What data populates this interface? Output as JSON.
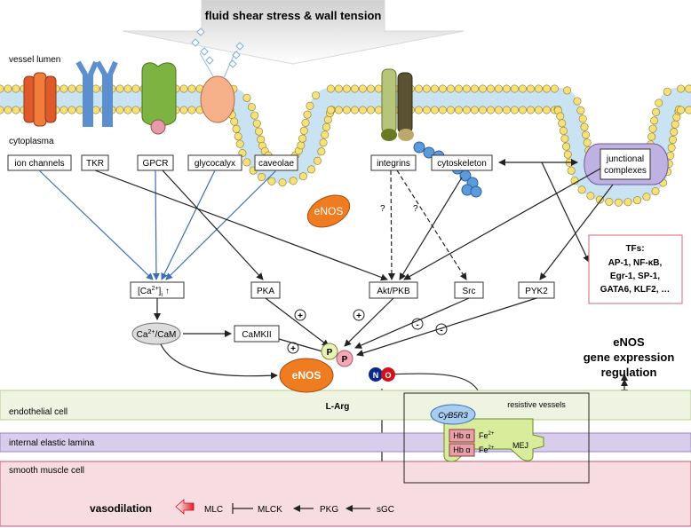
{
  "title": "fluid shear stress & wall tension",
  "regions": {
    "lumen": "vessel lumen",
    "cytoplasm": "cytoplasma",
    "endothelial": "endothelial cell",
    "lamina": "internal elastic lamina",
    "smooth_muscle": "smooth muscle cell"
  },
  "sensors": {
    "ion_channels": "ion channels",
    "tkr": "TKR",
    "gpcr": "GPCR",
    "glycocalyx": "glycocalyx",
    "caveolae": "caveolae",
    "integrins": "integrins",
    "cytoskeleton": "cytoskeleton",
    "junctional": [
      "junctional",
      "complexes"
    ]
  },
  "enos_caveolae": "eNOS",
  "qmarks": [
    "?",
    "?"
  ],
  "mediators": {
    "calcium_base": "[Ca",
    "calcium_sup": "2+",
    "calcium_close": "]",
    "calcium_sub": "i",
    "calcium_arrow": "↑",
    "pka": "PKA",
    "akt": "Akt/PKB",
    "src": "Src",
    "pyk2": "PYK2",
    "cam_base": "Ca",
    "cam_sup": "2+",
    "cam_rest": "/CaM",
    "camkii": "CaMKII"
  },
  "signs": {
    "camkii": "+",
    "pka": "+",
    "akt": "+",
    "src": "-",
    "pyk2": "-"
  },
  "enos": {
    "label": "eNOS",
    "p1": "P",
    "p2": "P",
    "larg": "L-Arg",
    "n": "N",
    "o": "O"
  },
  "tfs": {
    "heading": "TFs:",
    "lines": [
      "AP-1, NF-κB,",
      "Egr-1, SP-1,",
      "GATA6, KLF2, …"
    ]
  },
  "regulation": [
    "eNOS",
    "gene expression",
    "regulation"
  ],
  "mej": {
    "title": "resistive vessels",
    "cyb": "CyB5R3",
    "hb1": "Hb α",
    "hb2": "Hb α",
    "fe_base": "Fe",
    "fe_sup": "2+",
    "label": "MEJ"
  },
  "cascade": {
    "vasodilation": "vasodilation",
    "mlc": "MLC",
    "mlck": "MLCK",
    "pkg": "PKG",
    "sgc": "sGC"
  },
  "colors": {
    "membrane": "#c9e3f3",
    "bead": "#f5e07a",
    "enos": "#f07c22",
    "endothelial": "#eef4e1",
    "lamina": "#d8cdea",
    "smooth_muscle": "#f7dce2",
    "tf_border": "#d9808a",
    "blue_arrow": "#3a6fb5"
  }
}
